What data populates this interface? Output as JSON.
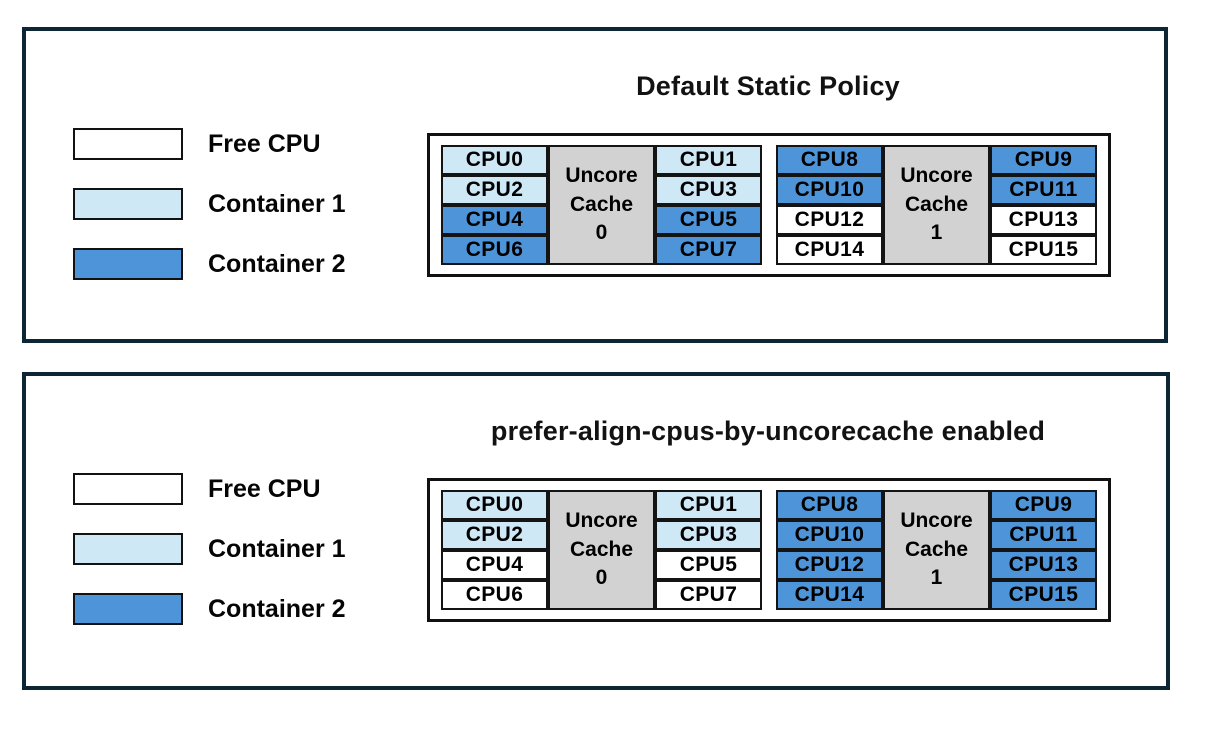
{
  "colors": {
    "panel_border": "#0c2634",
    "free": "#ffffff",
    "container1": "#cfe8f6",
    "container2": "#4e94d9",
    "cache_fill": "#d2d2d2"
  },
  "legend": [
    {
      "label": "Free CPU",
      "state": "free"
    },
    {
      "label": "Container 1",
      "state": "container1"
    },
    {
      "label": "Container 2",
      "state": "container2"
    }
  ],
  "panels": [
    {
      "title": "Default Static Policy",
      "blocks": [
        {
          "cache_label": "Uncore\nCache\n0",
          "left_cpus": [
            {
              "label": "CPU0",
              "state": "container1"
            },
            {
              "label": "CPU2",
              "state": "container1"
            },
            {
              "label": "CPU4",
              "state": "container2"
            },
            {
              "label": "CPU6",
              "state": "container2"
            }
          ],
          "right_cpus": [
            {
              "label": "CPU1",
              "state": "container1"
            },
            {
              "label": "CPU3",
              "state": "container1"
            },
            {
              "label": "CPU5",
              "state": "container2"
            },
            {
              "label": "CPU7",
              "state": "container2"
            }
          ]
        },
        {
          "cache_label": "Uncore\nCache\n1",
          "left_cpus": [
            {
              "label": "CPU8",
              "state": "container2"
            },
            {
              "label": "CPU10",
              "state": "container2"
            },
            {
              "label": "CPU12",
              "state": "free"
            },
            {
              "label": "CPU14",
              "state": "free"
            }
          ],
          "right_cpus": [
            {
              "label": "CPU9",
              "state": "container2"
            },
            {
              "label": "CPU11",
              "state": "container2"
            },
            {
              "label": "CPU13",
              "state": "free"
            },
            {
              "label": "CPU15",
              "state": "free"
            }
          ]
        }
      ]
    },
    {
      "title": "prefer-align-cpus-by-uncorecache enabled",
      "blocks": [
        {
          "cache_label": "Uncore\nCache\n0",
          "left_cpus": [
            {
              "label": "CPU0",
              "state": "container1"
            },
            {
              "label": "CPU2",
              "state": "container1"
            },
            {
              "label": "CPU4",
              "state": "free"
            },
            {
              "label": "CPU6",
              "state": "free"
            }
          ],
          "right_cpus": [
            {
              "label": "CPU1",
              "state": "container1"
            },
            {
              "label": "CPU3",
              "state": "container1"
            },
            {
              "label": "CPU5",
              "state": "free"
            },
            {
              "label": "CPU7",
              "state": "free"
            }
          ]
        },
        {
          "cache_label": "Uncore\nCache\n1",
          "left_cpus": [
            {
              "label": "CPU8",
              "state": "container2"
            },
            {
              "label": "CPU10",
              "state": "container2"
            },
            {
              "label": "CPU12",
              "state": "container2"
            },
            {
              "label": "CPU14",
              "state": "container2"
            }
          ],
          "right_cpus": [
            {
              "label": "CPU9",
              "state": "container2"
            },
            {
              "label": "CPU11",
              "state": "container2"
            },
            {
              "label": "CPU13",
              "state": "container2"
            },
            {
              "label": "CPU15",
              "state": "container2"
            }
          ]
        }
      ]
    }
  ]
}
